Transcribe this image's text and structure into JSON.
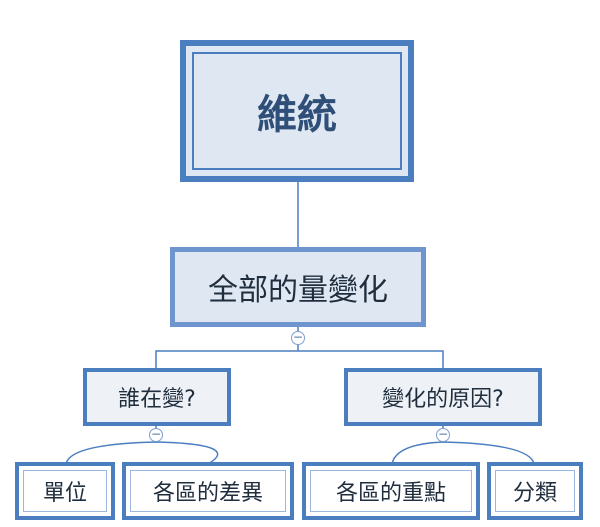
{
  "root": {
    "label": "維統"
  },
  "main": {
    "label": "全部的量變化"
  },
  "branches": [
    {
      "label": "誰在變?",
      "children": [
        {
          "label": "單位"
        },
        {
          "label": "各區的差異"
        }
      ]
    },
    {
      "label": "變化的原因?",
      "children": [
        {
          "label": "各區的重點"
        },
        {
          "label": "分類"
        }
      ]
    }
  ],
  "collapse_symbol": "−",
  "colors": {
    "border": "#4a7ebf",
    "connector": "#4a7ebf",
    "node_fill": "#dfe7f3",
    "sub_fill": "#eef1f5"
  }
}
